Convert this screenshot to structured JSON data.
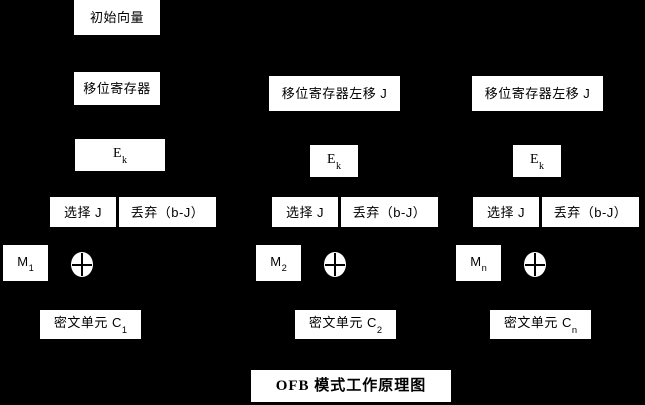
{
  "diagram": {
    "title": "OFB 模式工作原理图",
    "background_color": "#000000",
    "box_color": "#ffffff",
    "text_color": "#000000",
    "iv_box": "初始向量",
    "shift_register_first": "移位寄存器",
    "columns": [
      {
        "id": "col-1",
        "shift_register": "移位寄存器",
        "encrypt": "E",
        "encrypt_sub": "k",
        "select": "选择 J",
        "discard": "丢弃（b-J）",
        "plaintext": "M",
        "plaintext_sub": "1",
        "xor": "xor-symbol",
        "ciphertext": "密文单元 C",
        "ciphertext_sub": "1"
      },
      {
        "id": "col-2",
        "shift_register": "移位寄存器左移 J",
        "encrypt": "E",
        "encrypt_sub": "k",
        "select": "选择 J",
        "discard": "丢弃（b-J）",
        "plaintext": "M",
        "plaintext_sub": "2",
        "xor": "xor-symbol",
        "ciphertext": "密文单元 C",
        "ciphertext_sub": "2"
      },
      {
        "id": "col-3",
        "shift_register": "移位寄存器左移 J",
        "encrypt": "E",
        "encrypt_sub": "k",
        "select": "选择 J",
        "discard": "丢弃（b-J）",
        "plaintext": "M",
        "plaintext_sub": "n",
        "xor": "xor-symbol",
        "ciphertext": "密文单元 C",
        "ciphertext_sub": "n"
      }
    ]
  }
}
